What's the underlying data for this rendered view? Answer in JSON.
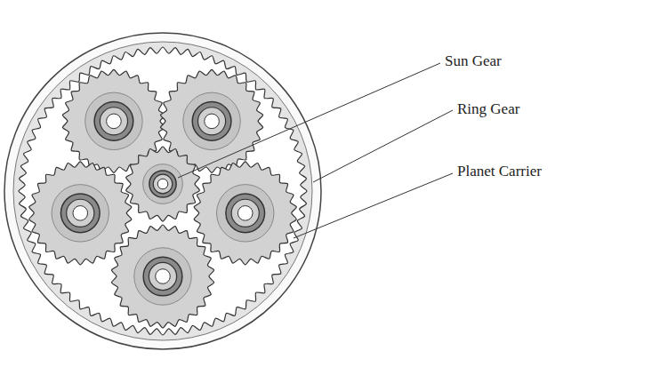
{
  "diagram": {
    "labels": [
      "Sun Gear",
      "Ring Gear",
      "Planet Carrier"
    ]
  }
}
